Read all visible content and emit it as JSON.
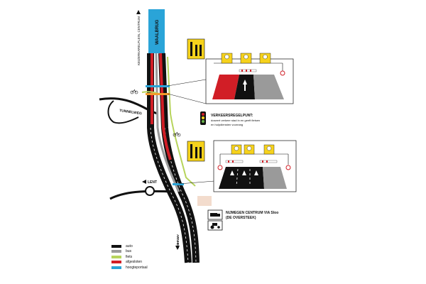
{
  "labels": {
    "waalbrug": "WAALBRUG",
    "kiosk_direction": "KEIZERKARELPLEIN, CENTRUM",
    "tunnel_street": "TUNNELWEG",
    "lent": "LENT",
    "arnhem": "ARNHEM",
    "nijmegen_centrum_line1": "NIJMEGEN CENTRUM VIA Sloo",
    "nijmegen_centrum_line2": "(DE OVERSTEEK)",
    "traffic_light_title": "VERKEERSREGELPUNT:",
    "traffic_light_line1": "doseert verkeer stad in en geeft fietsen",
    "traffic_light_line2": "en hulpdiensten voorrang"
  },
  "legend": [
    {
      "label": "auto",
      "color": "#111111"
    },
    {
      "label": "bus",
      "color": "#9a9a9a"
    },
    {
      "label": "fiets",
      "color": "#b7d45c"
    },
    {
      "label": "afgesloten",
      "color": "#d11e26"
    },
    {
      "label": "hoogteportaal",
      "color": "#2aa4d8"
    }
  ],
  "colors": {
    "road": "#111111",
    "bus": "#9a9a9a",
    "bike": "#b7d45c",
    "closed": "#d11e26",
    "portal": "#2aa4d8",
    "sign_yellow": "#f6d21c",
    "note_peach": "#f3dccd"
  },
  "icons": [
    "lane-sign-icon",
    "traffic-light-icon",
    "truck-icon",
    "tractor-icon",
    "bicycle-icon"
  ]
}
